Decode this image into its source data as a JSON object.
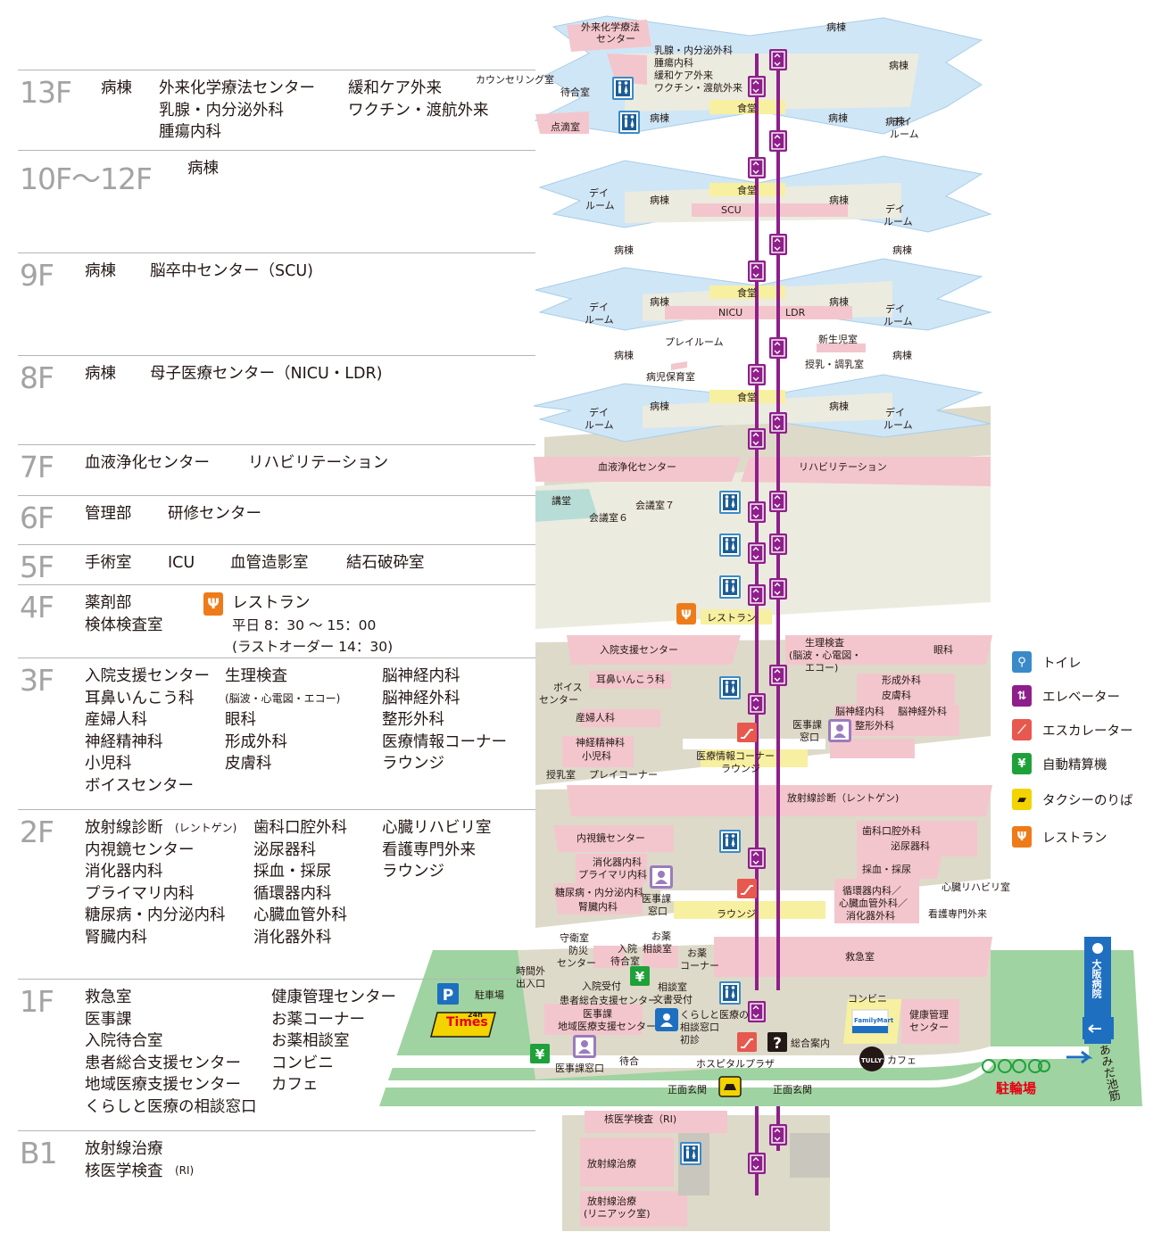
{
  "floors": [
    {
      "name": "13F",
      "cols": [
        [
          "病棟"
        ],
        [
          "外来化学療法センター",
          "乳腺・内分泌外科",
          "腫瘍内科"
        ],
        [
          "緩和ケア外来",
          "ワクチン・渡航外来"
        ]
      ]
    },
    {
      "name": "10F〜12F",
      "cols": [
        [
          "病棟"
        ]
      ]
    },
    {
      "name": "9F",
      "cols": [
        [
          "病棟"
        ],
        [
          "脳卒中センター（SCU)"
        ]
      ]
    },
    {
      "name": "8F",
      "cols": [
        [
          "病棟"
        ],
        [
          "母子医療センター（NICU・LDR)"
        ]
      ]
    },
    {
      "name": "7F",
      "cols": [
        [
          "血液浄化センター"
        ],
        [
          "リハビリテーション"
        ]
      ]
    },
    {
      "name": "6F",
      "cols": [
        [
          "管理部"
        ],
        [
          "研修センター"
        ]
      ]
    },
    {
      "name": "5F",
      "cols": [
        [
          "手術室"
        ],
        [
          "ICU"
        ],
        [
          "血管造影室"
        ],
        [
          "結石破砕室"
        ]
      ]
    },
    {
      "name": "4F",
      "cols": [
        [
          "薬剤部",
          "検体検査室"
        ]
      ],
      "restaurant": {
        "title": "レストラン",
        "hours": "平日 8：30 〜 15：00",
        "last_order": "(ラストオーダー 14：30)"
      }
    },
    {
      "name": "3F",
      "cols": [
        [
          "入院支援センター",
          "耳鼻いんこう科",
          "産婦人科",
          "神経精神科",
          "小児科",
          "ボイスセンター"
        ],
        [
          "生理検査",
          "(脳波・心電図・エコー)",
          "眼科",
          "形成外科",
          "皮膚科"
        ],
        [
          "脳神経内科",
          "脳神経外科",
          "整形外科",
          "医療情報コーナー",
          "ラウンジ"
        ]
      ]
    },
    {
      "name": "2F",
      "cols": [
        [
          "放射線診断",
          "内視鏡センター",
          "消化器内科",
          "プライマリ内科",
          "糖尿病・内分泌内科",
          "腎臓内科"
        ],
        [
          "歯科口腔外科",
          "泌尿器科",
          "採血・採尿",
          "循環器内科",
          "心臓血管外科",
          "消化器外科"
        ],
        [
          "心臓リハビリ室",
          "看護専門外来",
          "ラウンジ"
        ]
      ],
      "note": "(レントゲン)"
    },
    {
      "name": "1F",
      "cols": [
        [
          "救急室",
          "医事課",
          "入院待合室",
          "患者総合支援センター",
          "地域医療支援センター",
          "くらしと医療の相談窓口"
        ],
        [
          "健康管理センター",
          "お薬コーナー",
          "お薬相談室",
          "コンビニ",
          "カフェ"
        ]
      ]
    },
    {
      "name": "B1",
      "cols": [
        [
          "放射線治療",
          "核医学検査"
        ]
      ],
      "note": "(RI)"
    }
  ],
  "legend": [
    {
      "icon": "toilet-icon",
      "label": "トイレ",
      "color": "#3a8ac9"
    },
    {
      "icon": "elevator-icon",
      "label": "エレベーター",
      "color": "#8e1f8a"
    },
    {
      "icon": "escalator-icon",
      "label": "エスカレーター",
      "color": "#e7584e"
    },
    {
      "icon": "payment-machine-icon",
      "label": "自動精算機",
      "color": "#1fa13a"
    },
    {
      "icon": "taxi-icon",
      "label": "タクシーのりば",
      "color": "#f3d300"
    },
    {
      "icon": "restaurant-icon",
      "label": "レストラン",
      "color": "#ee7b1a"
    }
  ],
  "map_labels": {
    "f13": [
      "外来化学療法",
      "センター",
      "病棟",
      "乳腺・内分泌外科",
      "腫瘍内科",
      "緩和ケア外来",
      "ワクチン・渡航外来",
      "カウンセリング室",
      "待合室",
      "病棟",
      "点滴室",
      "食堂",
      "病棟",
      "病棟",
      "病棟",
      "デイ",
      "ルーム"
    ],
    "f10": [
      "食堂",
      "デイ",
      "ルーム",
      "病棟",
      "病棟",
      "SCU",
      "デイ",
      "ルーム",
      "病棟",
      "病棟"
    ],
    "f9": [
      "食堂",
      "デイ",
      "ルーム",
      "病棟",
      "病棟",
      "NICU",
      "LDR",
      "デイ",
      "ルーム",
      "プレイルーム",
      "新生児室",
      "病棟",
      "病棟",
      "授乳・調乳室",
      "病児保育室"
    ],
    "f8": [
      "食堂",
      "デイ",
      "ルーム",
      "病棟",
      "病棟",
      "デイ",
      "ルーム"
    ],
    "f7": [
      "血液浄化センター",
      "リハビリテーション"
    ],
    "f6": [
      "講堂",
      "会議室７",
      "会議室６"
    ],
    "f4": [
      "レストラン"
    ],
    "f3": [
      "入院支援センター",
      "生理検査",
      "(脳波・心電図・",
      "エコー)",
      "眼科",
      "耳鼻いんこう科",
      "ボイス",
      "センター",
      "形成外科",
      "皮膚科",
      "脳神経内科",
      "脳神経外科",
      "整形外科",
      "産婦人科",
      "神経精神科",
      "小児科",
      "医事課",
      "窓口",
      "医療情報コーナー",
      "ラウンジ",
      "授乳室",
      "プレイコーナー"
    ],
    "f2": [
      "放射線診断（レントゲン)",
      "内視鏡センター",
      "歯科口腔外科",
      "泌尿器科",
      "消化器内科",
      "プライマリ内科",
      "採血・採尿",
      "糖尿病・内分泌内科",
      "腎臓内科",
      "医事課",
      "窓口",
      "循環器内科／",
      "心臓血管外科／",
      "消化器外科",
      "心臓リハビリ室",
      "看護専門外来",
      "ラウンジ"
    ],
    "f1": [
      "守衛室",
      "防災",
      "センター",
      "入院",
      "待合室",
      "お薬",
      "相談室",
      "お薬",
      "コーナー",
      "救急室",
      "時間外",
      "出入口",
      "入院受付",
      "相談室",
      "患者総合支援センター",
      "文書受付",
      "医事課",
      "地域医療支援センター",
      "くらしと医療の",
      "相談窓口",
      "初診",
      "総合案内",
      "コンビニ",
      "健康管理",
      "センター",
      "医事課窓口",
      "待合",
      "ホスピタルプラザ",
      "カフェ",
      "正面玄関",
      "正面玄関",
      "駐車場",
      "駐輪場",
      "大阪病院",
      "あみだ池筋"
    ],
    "fb1": [
      "核医学検査（RI)",
      "放射線治療",
      "放射線治療",
      "(リニアック室)"
    ],
    "logos": {
      "times": "Times",
      "times_sub": "24h",
      "familymart": "FamilyMart",
      "tullys": "TULLY'S"
    }
  }
}
